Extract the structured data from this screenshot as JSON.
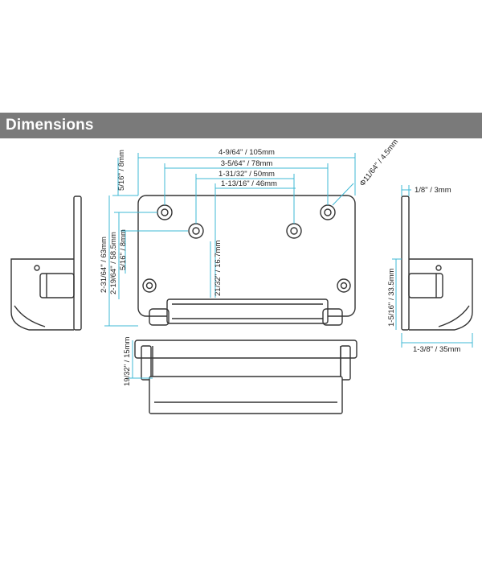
{
  "header": {
    "title": "Dimensions"
  },
  "colors": {
    "header_bg": "#7a7a7a",
    "dimension_line": "#3fb8d4",
    "outline": "#333333"
  },
  "dimensions": {
    "overall_width": "4-9/64\" / 105mm",
    "outer_hole_spacing": "3-5/64\" / 78mm",
    "inner_hole_spacing": "1-31/32\" / 50mm",
    "slot_width": "1-13/16\" / 46mm",
    "hole_diameter": "Φ11/64\" / 4.5mm",
    "top_edge_offset": "5/16\" / 8mm",
    "plate_height": "2-31/64\" / 63mm",
    "hole_vertical_spacing": "2-19/64\" / 58.5mm",
    "lower_hole_offset": "5/16\" / 8mm",
    "center_height": "21/32\" / 16.7mm",
    "plate_thickness": "1/8\" / 3mm",
    "side_height": "1-5/16\" / 33.5mm",
    "side_depth": "1-3/8\" / 35mm",
    "front_depth": "19/32\" / 15mm"
  }
}
